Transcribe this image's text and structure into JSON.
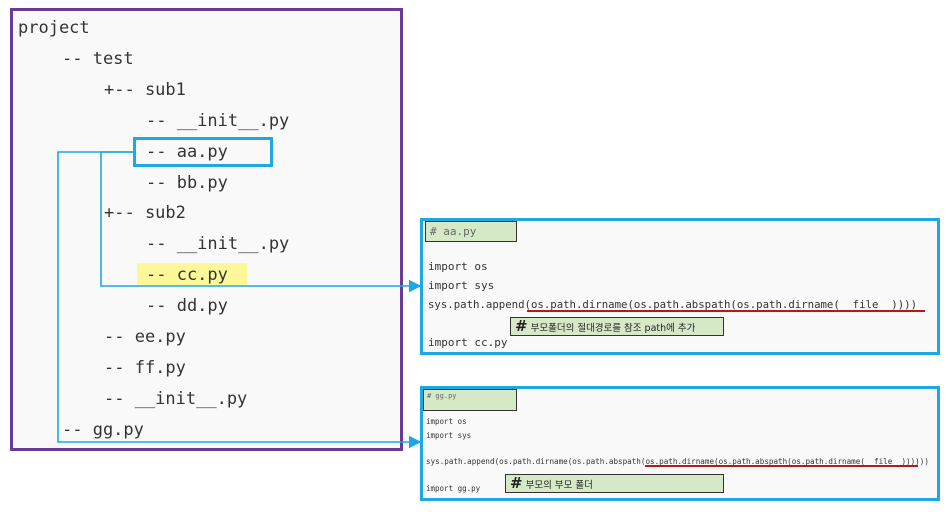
{
  "tree": {
    "lines": [
      "project",
      "-- test",
      "+-- sub1",
      "-- __init__.py",
      "-- aa.py",
      "-- bb.py",
      "+-- sub2",
      "-- __init__.py",
      "-- cc.py",
      "-- dd.py",
      "-- ee.py",
      "-- ff.py",
      "-- __init__.py",
      "-- gg.py"
    ]
  },
  "code_aa": {
    "comment": "# aa.py",
    "line1": "import os",
    "line2": "import sys",
    "line3": "sys.path.append(os.path.dirname(os.path.abspath(os.path.dirname(__file__))))",
    "note_text": "부모폴더의 절대경로를 참조 path에 추가",
    "line4": "import cc.py"
  },
  "code_gg": {
    "comment": "# gg.py",
    "line1": "import os",
    "line2": "import sys",
    "line3": "sys.path.append(os.path.dirname(os.path.abspath(os.path.dirname(os.path.abspath(os.path.dirname(__file__))))))",
    "note_text": "부모의 부모 폴더",
    "line4": "import gg.py"
  },
  "colors": {
    "frame": "#6a3a97",
    "highlight": "#1ea7e1",
    "underline": "#b01c1c",
    "note_bg": "#d6e9c6",
    "yellow": "#fcf89a"
  }
}
